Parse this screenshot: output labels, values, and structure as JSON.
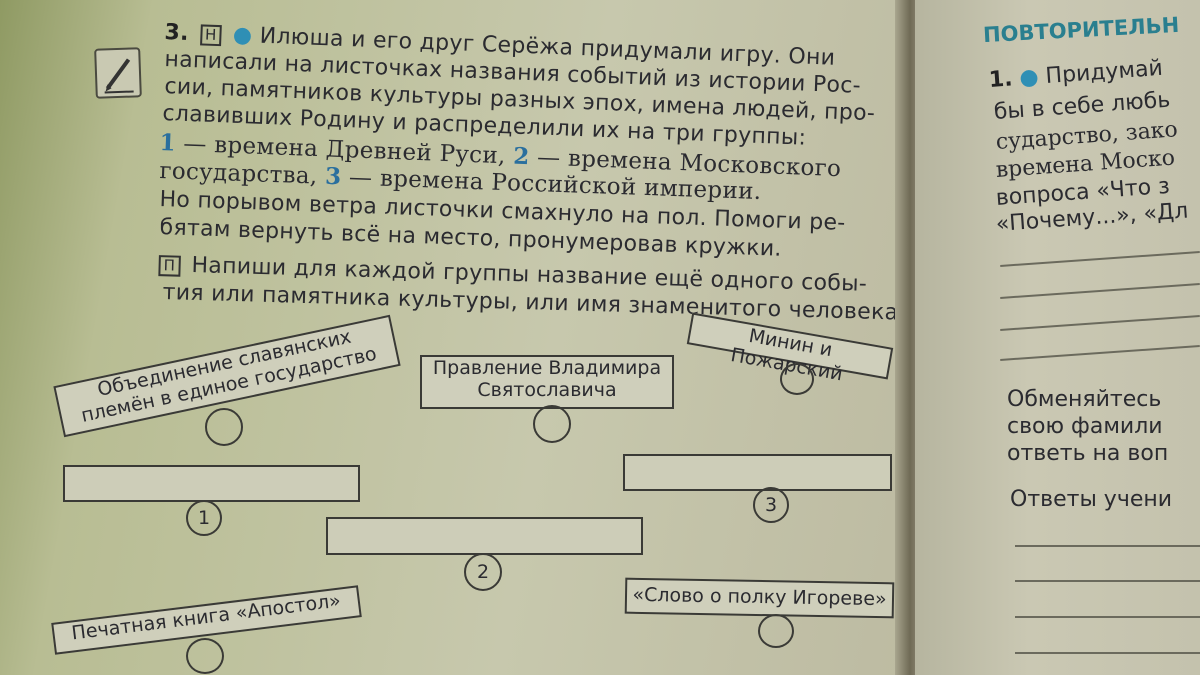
{
  "task": {
    "number": "3.",
    "badge_h": "Н",
    "line1": "Илюша и его друг Серёжа придумали игру. Они",
    "line2": "написали на листочках названия событий из истории Рос-",
    "line3": "сии, памятников культуры разных эпох, имена людей, про-",
    "line4": "славивших Родину и распределили их на три группы:",
    "g1_num": "1",
    "g1_text": "— времена Древней Руси,",
    "g2_num": "2",
    "g2_text": "— времена Московского",
    "line6_a": "государства,",
    "g3_num": "3",
    "g3_text": "— времена Российской империи.",
    "line7": "Но порывом ветра листочки смахнуло на пол. Помоги ре-",
    "line8": "бятам вернуть всё на место, пронумеровав кружки.",
    "badge_p": "П",
    "line9": "Напиши для каждой группы название ещё одного собы-",
    "line10": "тия или памятника культуры, или имя знаменитого человека."
  },
  "cards": {
    "card1_line1": "Объединение славянских",
    "card1_line2": "племён в единое государство",
    "card2_line1": "Правление Владимира",
    "card2_line2": "Святославича",
    "card3": "Минин и Пожарский",
    "card4": "Печатная книга «Апостол»",
    "card5": "«Слово о полку Игореве»"
  },
  "circles": {
    "one": "1",
    "two": "2",
    "three": "3"
  },
  "right_page": {
    "header": "ПОВТОРИТЕЛЬН",
    "item_num": "1.",
    "r1": "Придумай",
    "r2": "бы в себе любь",
    "r3": "сударство, зако",
    "r4": "времена Моско",
    "r5": "вопроса «Что з",
    "r6": "«Почему...», «Дл",
    "r7": "Обменяйтесь",
    "r8": "свою фамили",
    "r9": "ответь на воп",
    "r10": "Ответы учени"
  }
}
